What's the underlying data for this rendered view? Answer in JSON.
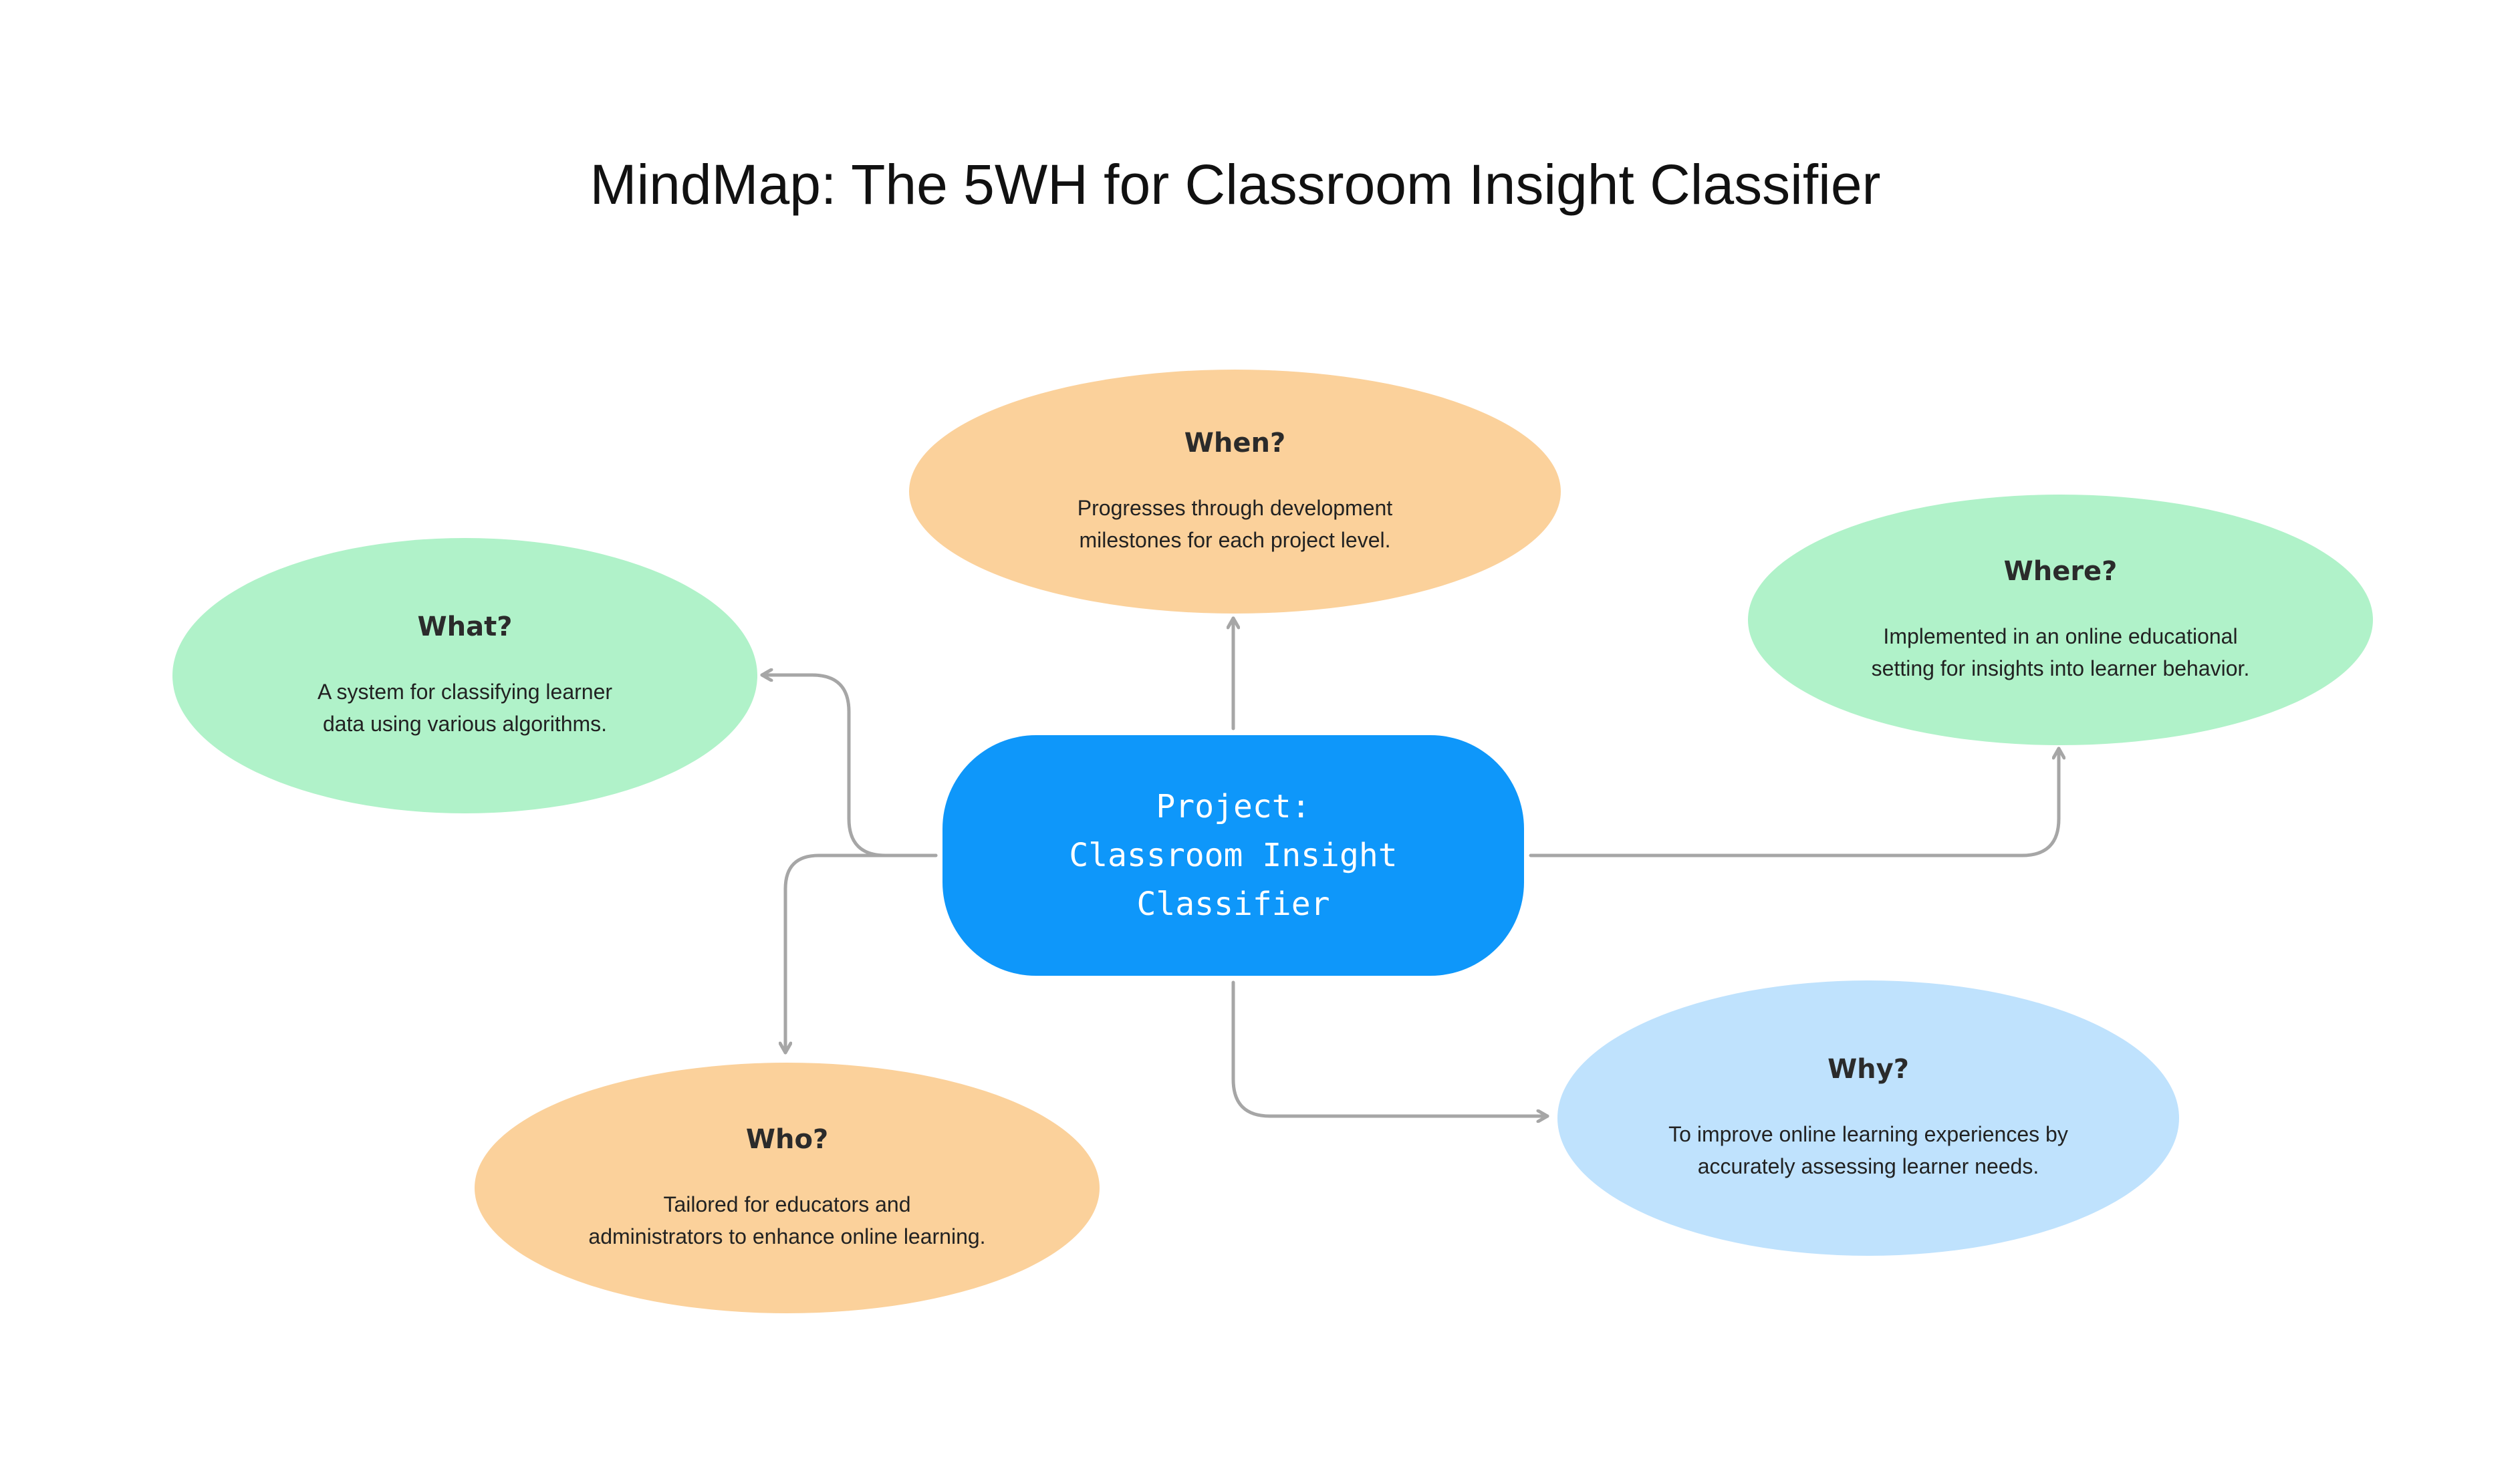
{
  "title": "MindMap: The 5WH for Classroom Insight Classifier",
  "center": {
    "label": "Project:\nClassroom Insight\nClassifier"
  },
  "nodes": {
    "when": {
      "title": "When?",
      "text": "Progresses through development\nmilestones for each project level."
    },
    "what": {
      "title": "What?",
      "text": "A system for classifying learner\ndata using various algorithms."
    },
    "where": {
      "title": "Where?",
      "text": "Implemented in an online educational\nsetting for insights into learner behavior."
    },
    "who": {
      "title": "Who?",
      "text": "Tailored for educators and\nadministrators to enhance online learning."
    },
    "why": {
      "title": "Why?",
      "text": "To improve online learning experiences by\naccurately assessing learner needs."
    }
  },
  "colors": {
    "center": "#0e97fa",
    "green": "#b0f2c9",
    "orange": "#fbd19b",
    "blue": "#bfe2fd",
    "connector": "#a6a6a6"
  }
}
